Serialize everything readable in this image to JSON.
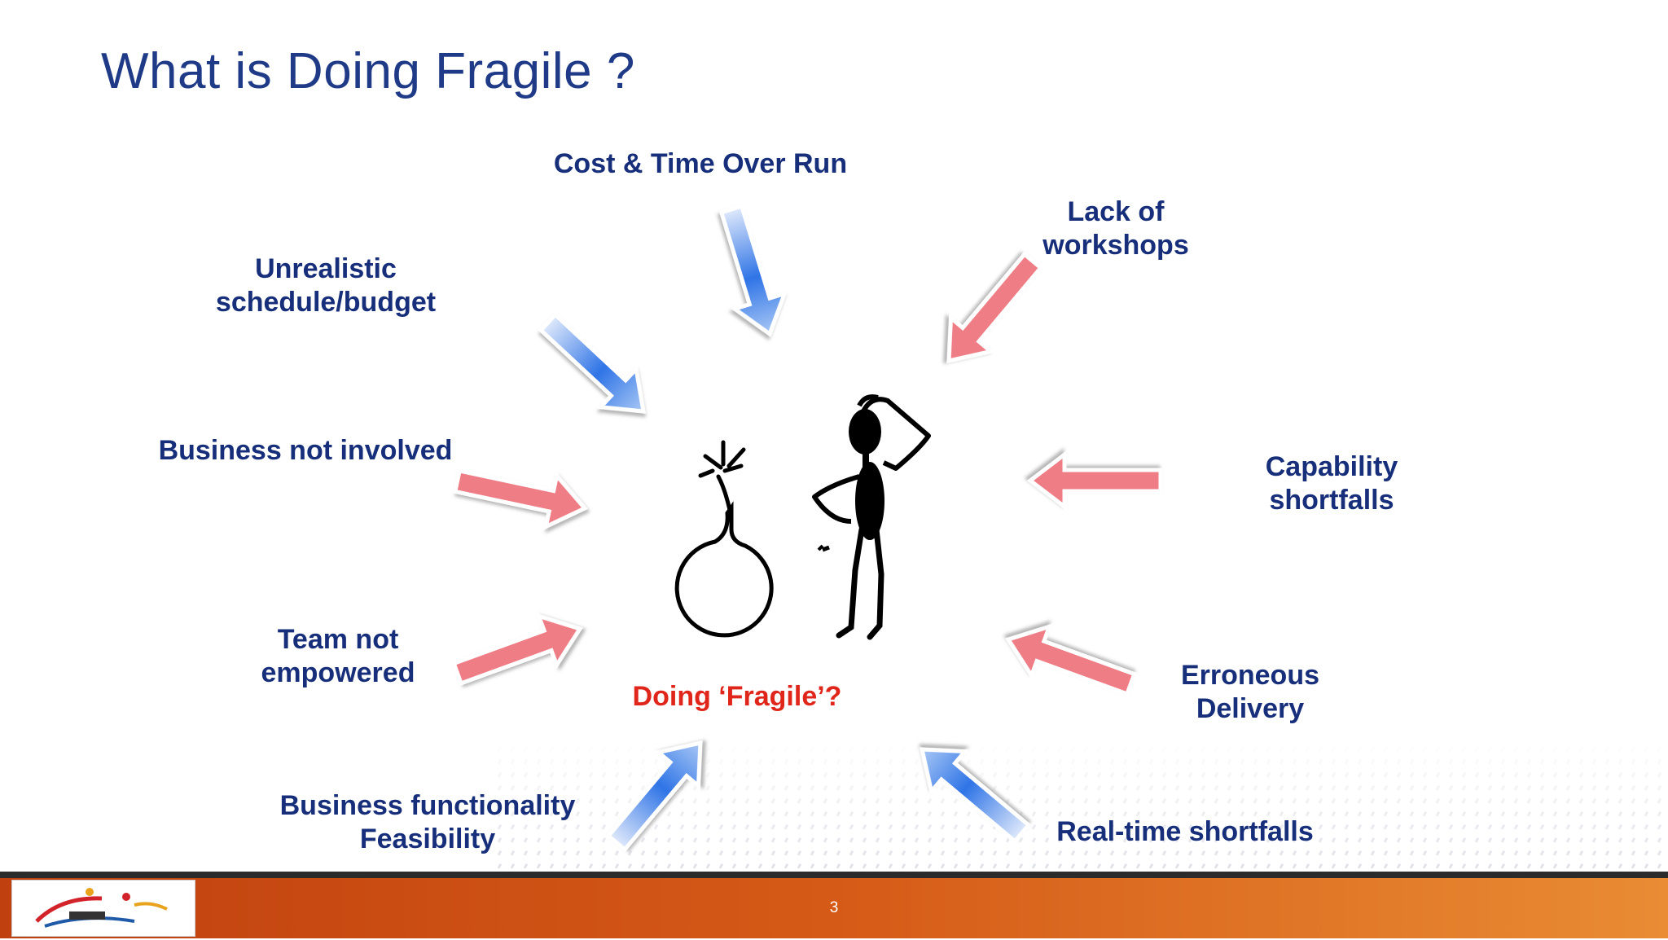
{
  "slide": {
    "title": "What is Doing Fragile ?",
    "page_number": "3",
    "center_label": "Doing ‘Fragile’?"
  },
  "labels": {
    "cost": "Cost & Time Over Run",
    "workshops_1": "Lack of",
    "workshops_2": "workshops",
    "unrealistic_1": "Unrealistic",
    "unrealistic_2": "schedule/budget",
    "business_not_involved": "Business not involved",
    "capability_1": "Capability",
    "capability_2": "shortfalls",
    "team_1": "Team not",
    "team_2": "empowered",
    "erroneous_1": "Erroneous",
    "erroneous_2": "Delivery",
    "functionality_1": "Business functionality",
    "functionality_2": "Feasibility",
    "realtime": "Real-time shortfalls"
  },
  "colors": {
    "title": "#1f3a86",
    "label_text": "#172f7a",
    "center_label": "#e0261b",
    "arrow_red": "#ef7d86",
    "arrow_blue": "#2f74e6",
    "footer_start": "#c0400f",
    "footer_end": "#e98c34"
  },
  "icons": {
    "bomb": "bomb-icon",
    "figure": "confused-figure-icon",
    "logo": "company-logo"
  }
}
